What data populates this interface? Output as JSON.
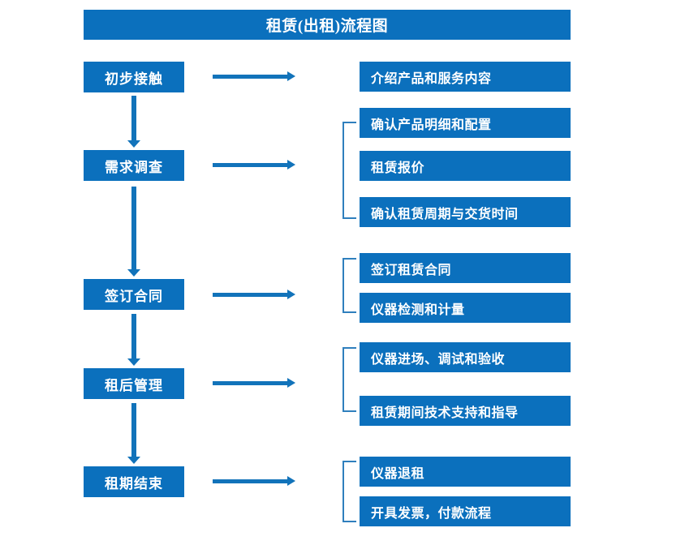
{
  "title": {
    "text": "租赁(出租)流程图"
  },
  "colors": {
    "box_fill": "#0b70bd",
    "box_text": "#ffffff",
    "arrow": "#1273ba",
    "bracket": "#2f7fbd",
    "background": "#ffffff"
  },
  "stages": [
    {
      "label": "初步接触"
    },
    {
      "label": "需求调查"
    },
    {
      "label": "签订合同"
    },
    {
      "label": "租后管理"
    },
    {
      "label": "租期结束"
    }
  ],
  "details": [
    {
      "label": "介绍产品和服务内容"
    },
    {
      "label": "确认产品明细和配置"
    },
    {
      "label": "租赁报价"
    },
    {
      "label": "确认租赁周期与交货时间"
    },
    {
      "label": "签订租赁合同"
    },
    {
      "label": "仪器检测和计量"
    },
    {
      "label": "仪器进场、调试和验收"
    },
    {
      "label": "租赁期间技术支持和指导"
    },
    {
      "label": "仪器退租"
    },
    {
      "label": "开具发票，付款流程"
    }
  ],
  "connectors": {
    "down_arrow_count": 4,
    "right_arrow_count": 5,
    "bracket_count": 4
  }
}
